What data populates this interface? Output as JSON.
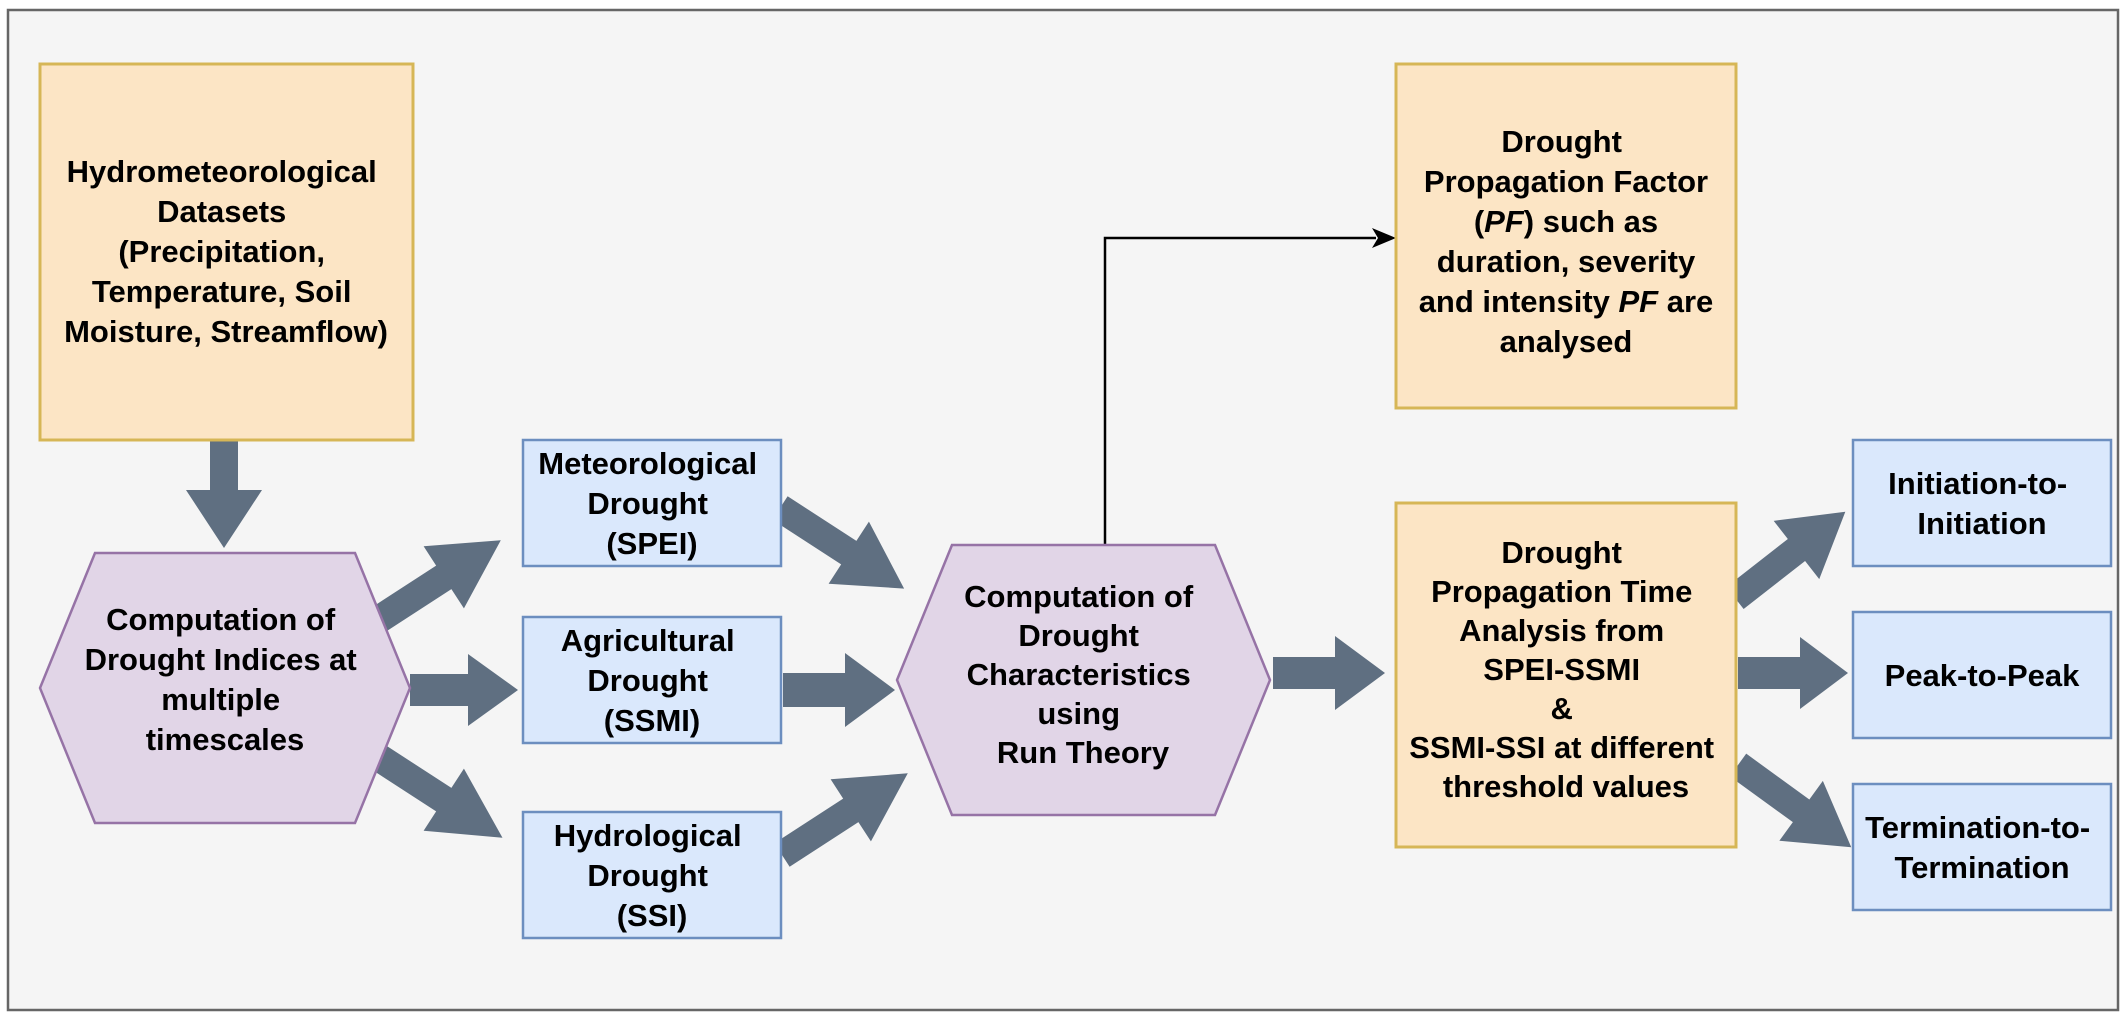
{
  "nodes": {
    "datasets": [
      "Hydrometeorological",
      "Datasets",
      "(Precipitation,",
      "Temperature, Soil",
      "Moisture, Streamflow)"
    ],
    "computation_indices": [
      "Computation of",
      "Drought Indices at",
      "multiple",
      "timescales"
    ],
    "meteorological": [
      "Meteorological",
      "Drought",
      "(SPEI)"
    ],
    "agricultural": [
      "Agricultural",
      "Drought",
      "(SSMI)"
    ],
    "hydrological": [
      "Hydrological",
      "Drought",
      "(SSI)"
    ],
    "computation_characteristics": [
      "Computation of",
      "Drought",
      "Characteristics",
      "using",
      "Run Theory"
    ],
    "propagation_factor": {
      "line1": "Drought",
      "line2": "Propagation Factor",
      "line3_open": "(",
      "line3_italic": "PF",
      "line3_rest": ") such as",
      "line4": "duration, severity",
      "line5_start": "and intensity ",
      "line5_italic": "PF",
      "line5_end": " are",
      "line6": "analysed"
    },
    "propagation_time": [
      "Drought",
      "Propagation Time",
      "Analysis from",
      "SPEI-SSMI",
      "&",
      "SSMI-SSI at different",
      "threshold values"
    ],
    "initiation": [
      "Initiation-to-",
      "Initiation"
    ],
    "peak": [
      "Peak-to-Peak"
    ],
    "termination": [
      "Termination-to-",
      "Termination"
    ]
  },
  "colors": {
    "orange_fill": "#fce5c5",
    "orange_stroke": "#d6b656",
    "blue_fill": "#dae8fc",
    "blue_stroke": "#6c8ebf",
    "purple_fill": "#e1d5e7",
    "purple_stroke": "#9673a6",
    "arrow": "#5f6f81",
    "background": "#f5f5f5",
    "frame": "#666666"
  }
}
